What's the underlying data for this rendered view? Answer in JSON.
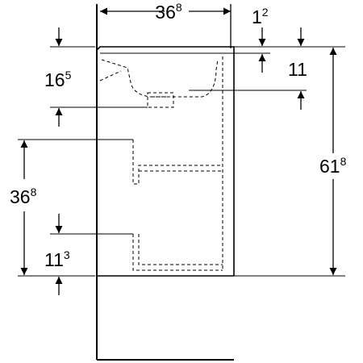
{
  "drawing": {
    "dim_top_width": {
      "main": "36",
      "sup": "8"
    },
    "dim_top_gap": {
      "main": "1",
      "sup": "2"
    },
    "dim_basin_depth": {
      "main": "11",
      "sup": ""
    },
    "dim_drain_height": {
      "main": "16",
      "sup": "5"
    },
    "dim_total_height": {
      "main": "61",
      "sup": "8"
    },
    "dim_lower_height": {
      "main": "36",
      "sup": "8"
    },
    "dim_bottom_height": {
      "main": "11",
      "sup": "3"
    },
    "colors": {
      "line": "#000000",
      "background": "#ffffff"
    }
  }
}
